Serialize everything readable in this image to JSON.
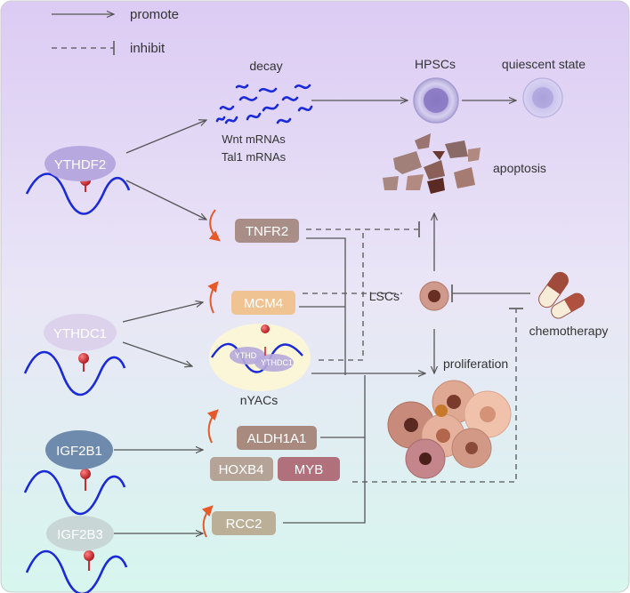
{
  "legend": {
    "promote": "promote",
    "inhibit": "inhibit"
  },
  "readers": {
    "ythdf2": "YTHDF2",
    "ythdc1": "YTHDC1",
    "igf2b1": "IGF2B1",
    "igf2b3": "IGF2B3"
  },
  "targets": {
    "tnfr2": "TNFR2",
    "mcm4": "MCM4",
    "aldh1a1": "ALDH1A1",
    "hoxb4": "HOXB4",
    "myb": "MYB",
    "rcc2": "RCC2"
  },
  "labels": {
    "decay": "decay",
    "wnt": "Wnt mRNAs",
    "tal1": "Tal1 mRNAs",
    "hpscs": "HPSCs",
    "quiescent": "quiescent state",
    "apoptosis": "apoptosis",
    "lscs": "LSCs",
    "chemotherapy": "chemotherapy",
    "proliferation": "proliferation",
    "nyacs": "nYACs",
    "nyacs_inner1": "YTHD",
    "nyacs_inner2": "YTHDC1"
  },
  "colors": {
    "ythdf2": "#b8a8e0",
    "ythdc1": "#dcd2ec",
    "igf2b1": "#6e8aac",
    "igf2b3": "#c8d6d6",
    "tnfr2": "#a88e86",
    "mcm4": "#f0c492",
    "aldh1a1": "#a88a7e",
    "hoxb4": "#b5a398",
    "myb": "#b0707c",
    "rcc2": "#bcaf98",
    "rna": "#1a2ad8",
    "m6a": "#cc2a30"
  }
}
